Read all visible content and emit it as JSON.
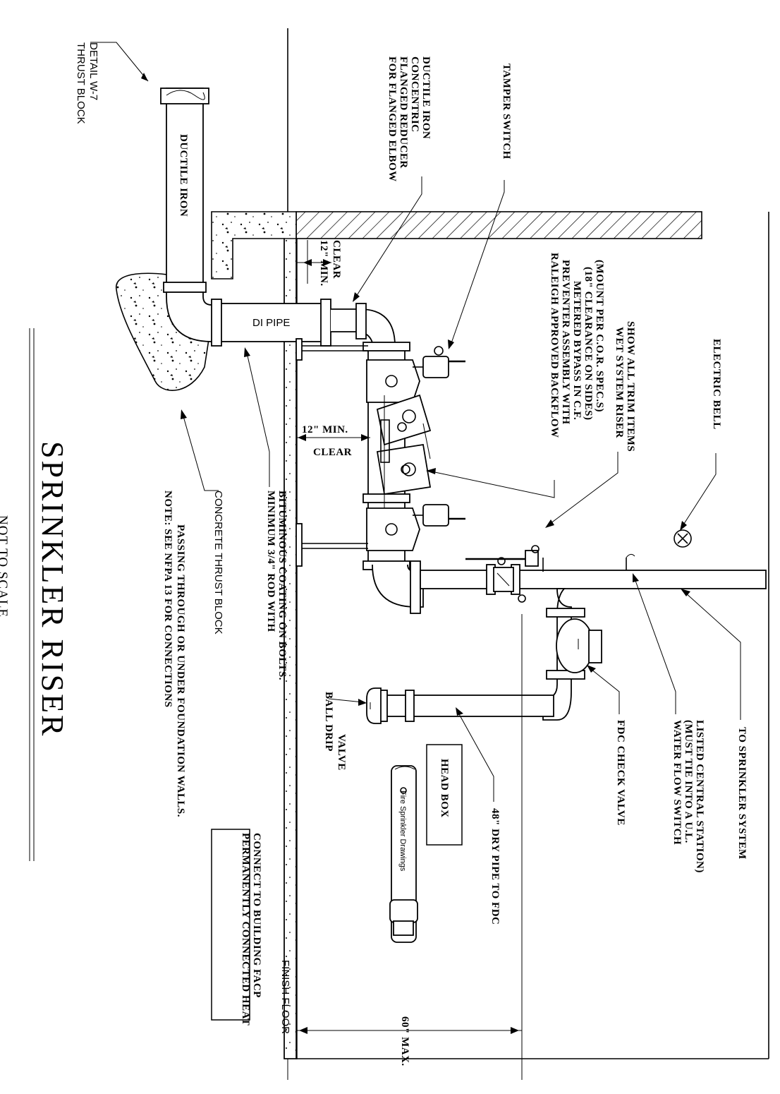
{
  "title": "SPRINKLER RISER",
  "subtitle": "NOT TO SCALE",
  "labels": {
    "thrust_block_detail": [
      "THRUST BLOCK",
      "DETAIL W-7"
    ],
    "ductile_iron_reducer": [
      "DUCTILE IRON",
      "CONCENTRIC",
      "FLANGED REDUCER",
      "FOR FLANGED ELBOW"
    ],
    "tamper_switch": "TAMPER SWITCH",
    "ductile_iron": "DUCTILE IRON",
    "di_pipe": "DI PIPE",
    "clear_top": [
      "12\" MIN.",
      "CLEAR"
    ],
    "clear_mid": [
      "12\" MIN.",
      "CLEAR"
    ],
    "backflow": [
      "RALEIGH APPROVED BACKFLOW",
      "PREVENTER ASSEMBLY WITH",
      "METERED BYPASS IN C.F.",
      "(18\" CLEARANCE ON SIDES)",
      "(MOUNT PER C.O.R. SPEC.S)"
    ],
    "wet_system": [
      "WET SYSTEM RISER",
      "SHOW ALL TRIM ITEMS"
    ],
    "electric_bell": "ELECTRIC BELL",
    "to_sprinkler": "TO SPRINKLER SYSTEM",
    "water_flow": [
      "WATER FLOW SWITCH",
      "(MUST TIE INTO A U.L.",
      "LISTED CENTRAL STATION)"
    ],
    "fdc_check": "FDC CHECK VALVE",
    "dry_pipe": "48\" DRY PIPE TO FDC",
    "ball_drip": [
      "BALL DRIP",
      "VALVE"
    ],
    "head_box": "HEAD BOX",
    "fire_sprinkler_drawings": "Fire Sprinkler Drawings",
    "concrete_thrust": "CONCRETE THRUST BLOCK",
    "rod": [
      "MINIMUM 3/4\" ROD WITH",
      "BITUMINOUS COATING ON BOLTS."
    ],
    "note": [
      "NOTE: SEE NFPA 13 FOR CONNECTIONS",
      "PASSING THROUGH OR UNDER FOUNDATION WALLS."
    ],
    "heat_box": [
      "PERMANENTLY CONNECTED HEAT",
      "CONNECT TO BUILDING FACP"
    ],
    "finish_floor": "FINISH FLOOR",
    "max_60": "60\" MAX."
  }
}
